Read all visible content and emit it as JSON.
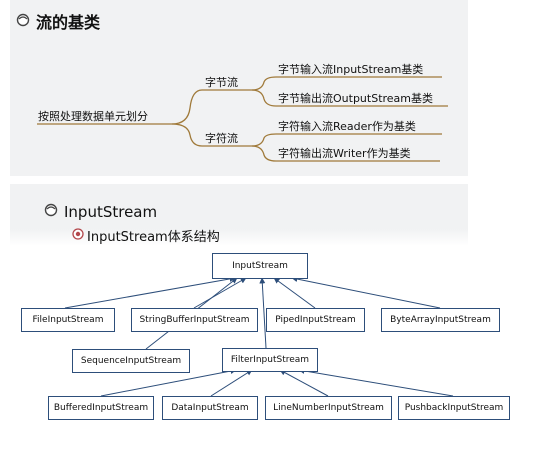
{
  "section1": {
    "title": "流的基类",
    "root": "按照处理数据单元划分",
    "branches": [
      {
        "label": "字节流",
        "leaves": [
          "字节输入流InputStream基类",
          "字节输出流OutputStream基类"
        ]
      },
      {
        "label": "字符流",
        "leaves": [
          "字符输入流Reader作为基类",
          "字符输出流Writer作为基类"
        ]
      }
    ]
  },
  "section2": {
    "title": "InputStream",
    "subtitle": "InputStream体系结构",
    "root": "InputStream",
    "level1": [
      "FileInputStream",
      "StringBufferInputStream",
      "PipedInputStream",
      "ByteArrayInputStream"
    ],
    "level2": [
      "SequenceInputStream",
      "FilterInputStream"
    ],
    "level3": [
      "BufferedInputStream",
      "DataInputStream",
      "LineNumberInputStream",
      "PushbackInputStream"
    ]
  },
  "colors": {
    "line": "#2d4e7a",
    "branch": "#a07a3a",
    "panel": "#f1f2f3"
  }
}
